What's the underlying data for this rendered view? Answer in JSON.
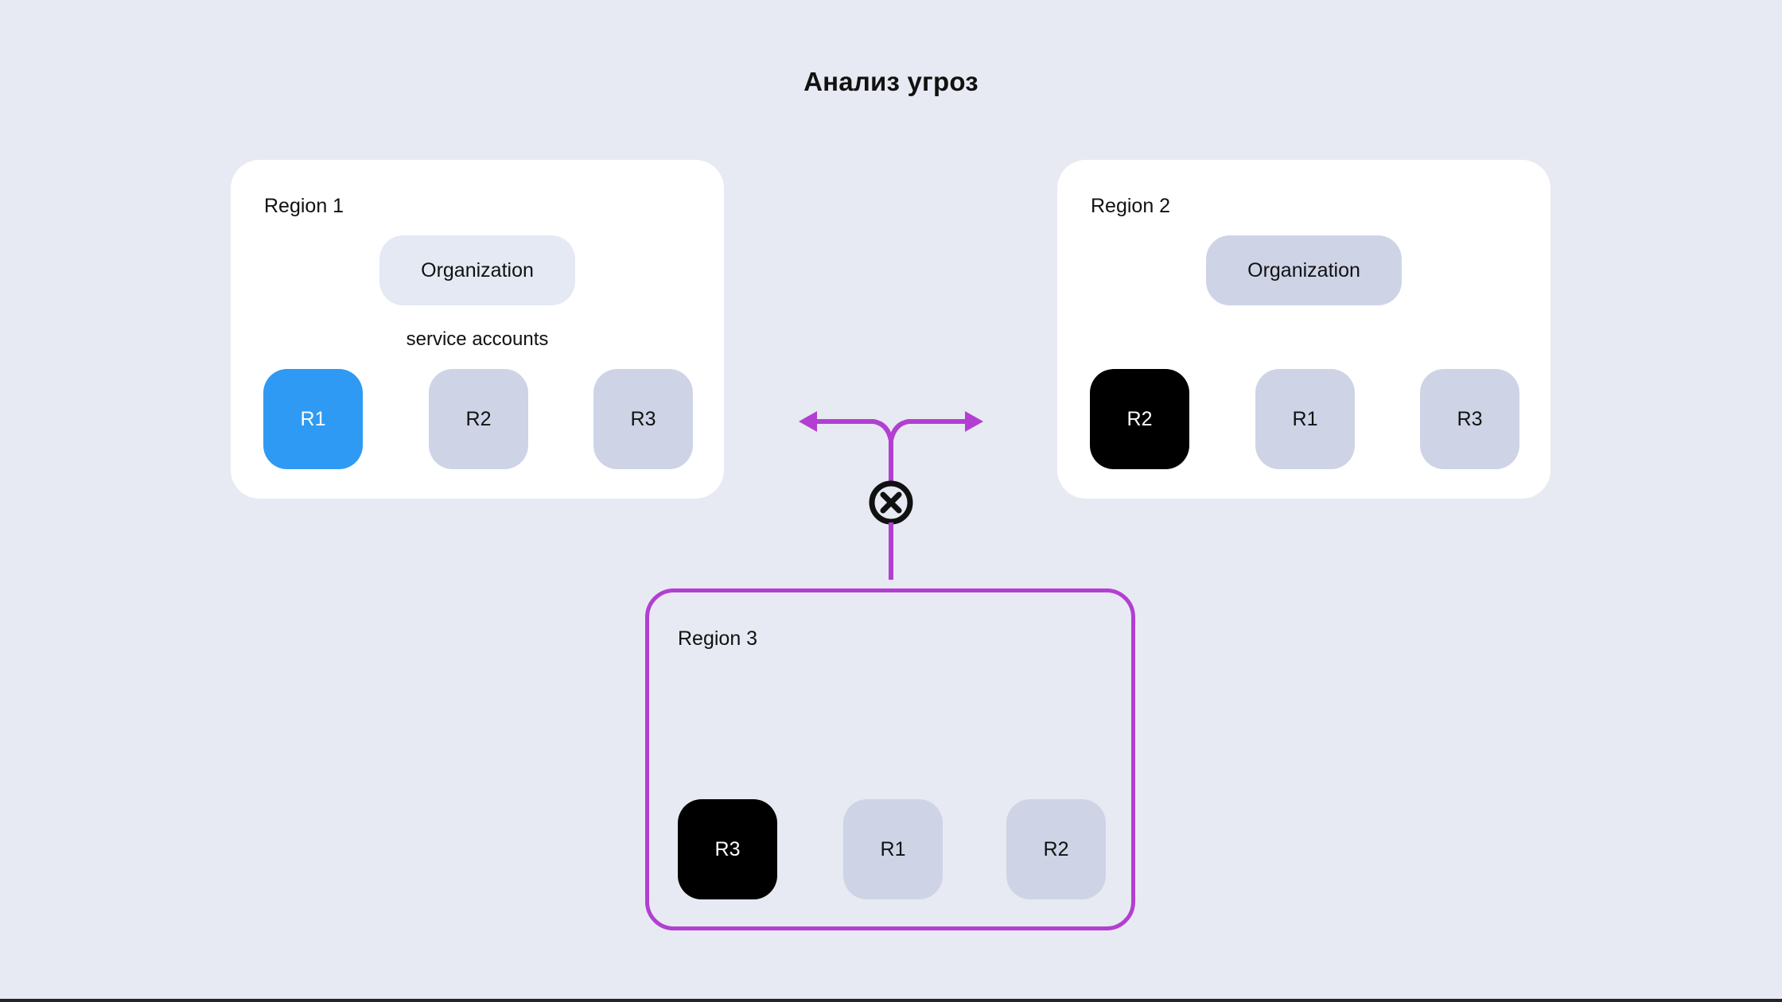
{
  "title": "Анализ угроз",
  "colors": {
    "background": "#E7EAF2",
    "card": "#FFFFFF",
    "box_light": "#E4E9F4",
    "box_periwinkle": "#CED4E6",
    "box_blue": "#2F9AF3",
    "box_black": "#000000",
    "accent_magenta": "#B23FD2",
    "text": "#111111",
    "text_on_dark": "#FFFFFF",
    "icon_stroke": "#111111",
    "bottom_edge": "#23252B"
  },
  "regions": [
    {
      "label": "Region 1",
      "variant": "card",
      "organization": {
        "label": "Organization",
        "variant": "light"
      },
      "sub_label": "service accounts",
      "resources": [
        {
          "label": "R1",
          "variant": "blue"
        },
        {
          "label": "R2",
          "variant": "periwinkle"
        },
        {
          "label": "R3",
          "variant": "periwinkle"
        }
      ]
    },
    {
      "label": "Region 2",
      "variant": "card",
      "organization": {
        "label": "Organization",
        "variant": "periwinkle"
      },
      "resources": [
        {
          "label": "R2",
          "variant": "black"
        },
        {
          "label": "R1",
          "variant": "periwinkle"
        },
        {
          "label": "R3",
          "variant": "periwinkle"
        }
      ]
    },
    {
      "label": "Region 3",
      "variant": "outline",
      "resources": [
        {
          "label": "R3",
          "variant": "black"
        },
        {
          "label": "R1",
          "variant": "periwinkle"
        },
        {
          "label": "R2",
          "variant": "periwinkle"
        }
      ]
    }
  ],
  "connector": {
    "blocked_icon": "x-circle-icon",
    "left_arrow": "arrow-left-icon",
    "right_arrow": "arrow-right-icon"
  }
}
